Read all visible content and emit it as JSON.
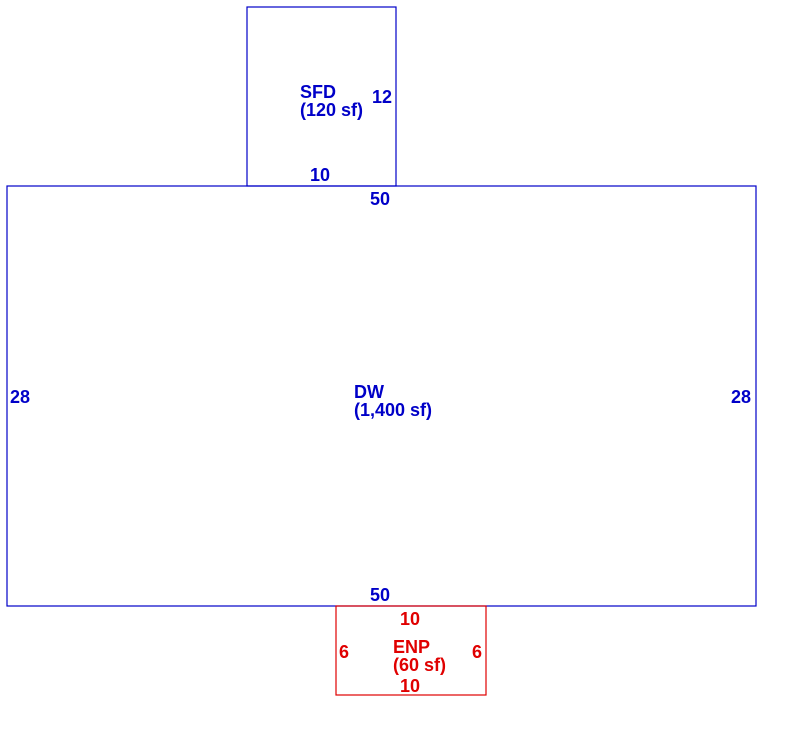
{
  "colors": {
    "main": "#0000c8",
    "porch": "#e00000",
    "background": "#ffffff"
  },
  "areas": {
    "sfd": {
      "label": "SFD",
      "area": "(120 sf)",
      "dims": {
        "right": "12",
        "bottom": "10"
      }
    },
    "dw": {
      "label": "DW",
      "area": "(1,400 sf)",
      "dims": {
        "top": "50",
        "bottom": "50",
        "left": "28",
        "right": "28"
      }
    },
    "enp": {
      "label": "ENP",
      "area": "(60 sf)",
      "dims": {
        "top": "10",
        "bottom": "10",
        "left": "6",
        "right": "6"
      }
    }
  }
}
